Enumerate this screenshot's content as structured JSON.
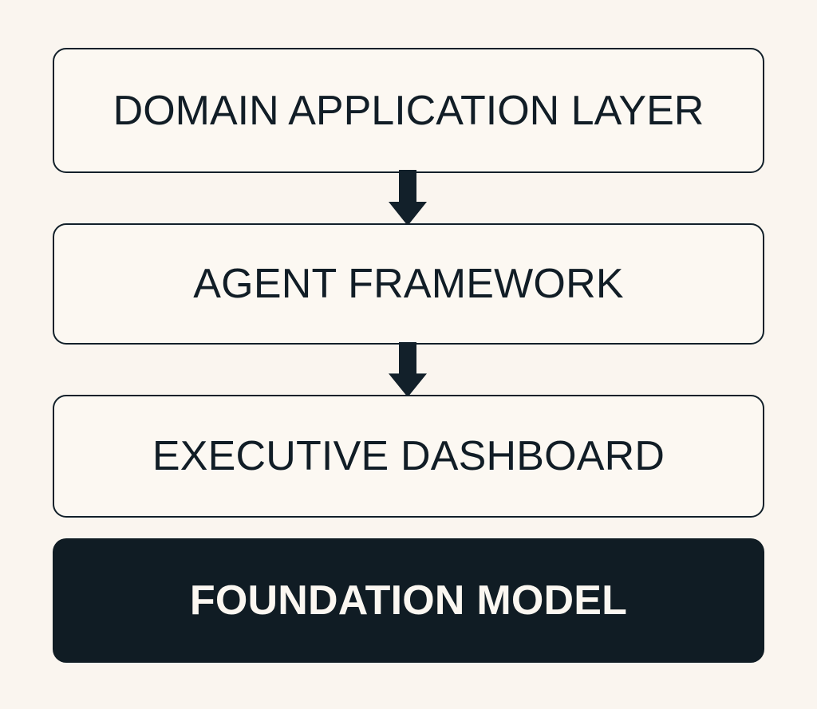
{
  "diagram": {
    "type": "vertical-stack-flow",
    "background_color": "#faf5ef",
    "layers": [
      {
        "id": "domain-application-layer",
        "label": "DOMAIN APPLICATION LAYER",
        "style": "outlined",
        "fill_color": "#fcf8f2",
        "border_color": "#12202a",
        "text_color": "#111d26"
      },
      {
        "id": "agent-framework",
        "label": "AGENT FRAMEWORK",
        "style": "outlined",
        "fill_color": "#fcf8f2",
        "border_color": "#12202a",
        "text_color": "#111d26"
      },
      {
        "id": "executive-dashboard",
        "label": "EXECUTIVE DASHBOARD",
        "style": "outlined",
        "fill_color": "#fcf8f2",
        "border_color": "#12202a",
        "text_color": "#111d26"
      },
      {
        "id": "foundation-model",
        "label": "FOUNDATION MODEL",
        "style": "filled",
        "fill_color": "#101c24",
        "border_color": "none",
        "text_color": "#fbf7f1"
      }
    ],
    "connectors": [
      {
        "id": "domain-to-agent",
        "direction": "down",
        "from": "domain-application-layer",
        "to": "agent-framework",
        "color": "#12202a"
      },
      {
        "id": "agent-to-dashboard",
        "direction": "down",
        "from": "agent-framework",
        "to": "executive-dashboard",
        "color": "#12202a"
      }
    ]
  }
}
